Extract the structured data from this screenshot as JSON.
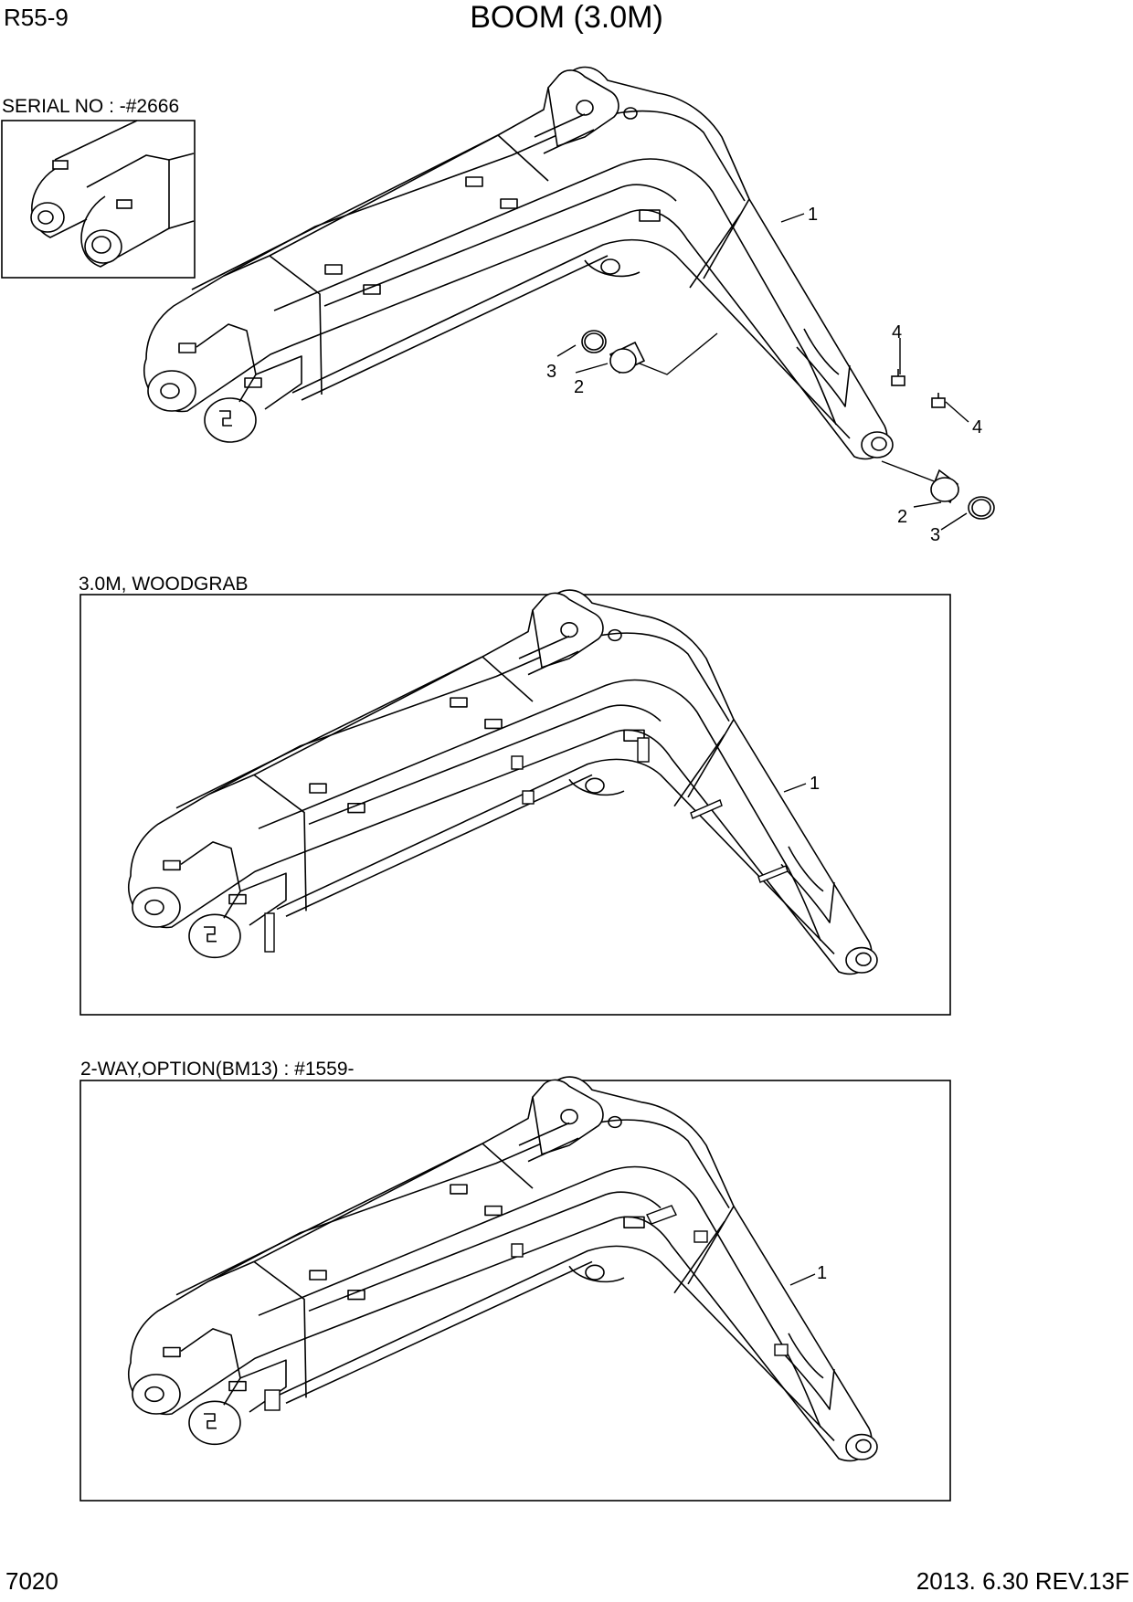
{
  "header": {
    "model": "R55-9",
    "title": "BOOM (3.0M)"
  },
  "footer": {
    "page_number": "7020",
    "revision": "2013. 6.30  REV.13F"
  },
  "sections": [
    {
      "caption": "SERIAL NO : -#2666"
    },
    {
      "caption": "3.0M, WOODGRAB"
    },
    {
      "caption": "2-WAY,OPTION(BM13) : #1559-"
    }
  ],
  "callouts": {
    "top": [
      "1",
      "2",
      "3",
      "4",
      "4",
      "2",
      "3"
    ],
    "middle": [
      "1"
    ],
    "bottom": [
      "1"
    ]
  }
}
